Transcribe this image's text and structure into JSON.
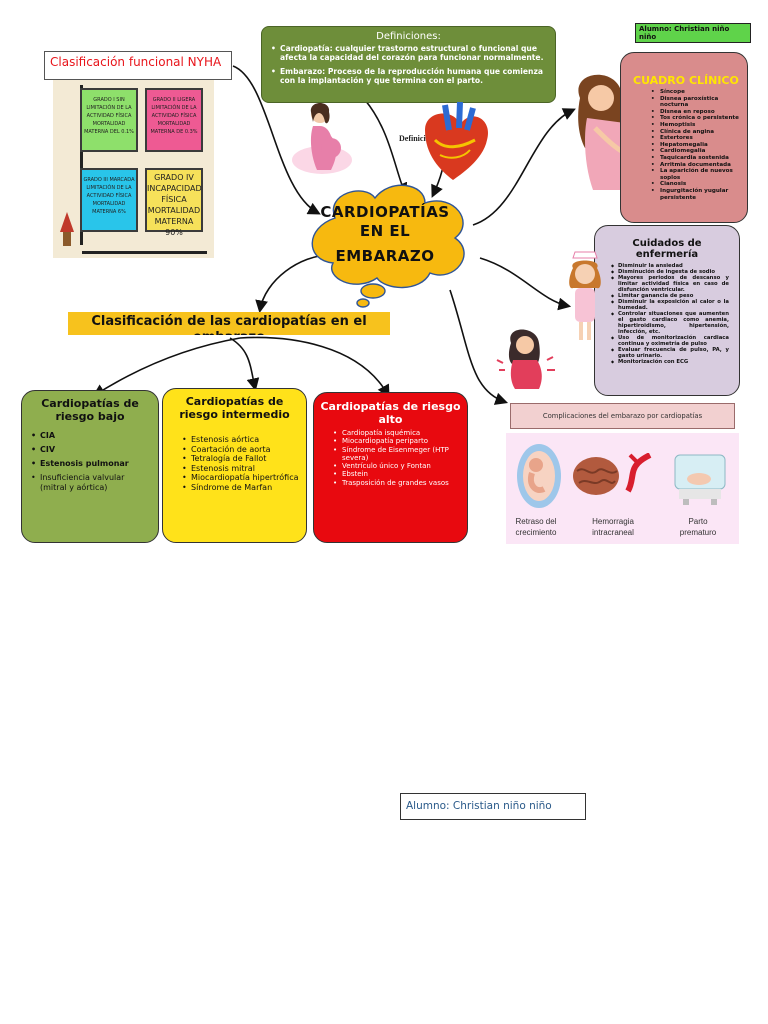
{
  "student": {
    "top_label": "Alumno: Christian niño niño",
    "bottom_label": "Alumno: Christian niño niño"
  },
  "center": {
    "title_lines": [
      "CARDIOPATÍAS",
      "EN EL",
      "EMBARAZO"
    ]
  },
  "nyha": {
    "title": "Clasificación funcional NYHA",
    "grades": [
      {
        "text": "GRADO I SIN LIMITACIÓN DE LA ACTIVIDAD FÍSICA MORTALIDAD MATERNA DEL 0.1%",
        "color": "#8ee06b"
      },
      {
        "text": "GRADO II LIGERA LIMITACIÓN DE LA ACTIVIDAD FÍSICA MORTALIDAD MATERNA DE 0.3%",
        "color": "#ee5a93"
      },
      {
        "text": "GRADO III MARCADA LIMITACIÓN DE LA ACTIVIDAD FÍSICA MORTALIDAD MATERNA 6%",
        "color": "#29c5ea"
      },
      {
        "text": "GRADO IV INCAPACIDAD FÍSICA MORTALIDAD MATERNA 90%",
        "color": "#f6e15a"
      }
    ]
  },
  "definitions": {
    "title": "Definiciones:",
    "items": [
      "Cardiopatía: cualquier trastorno estructural o funcional que afecta la capacidad del corazón para funcionar normalmente.",
      "Embarazo: Proceso de la reproducción humana que comienza con la implantación y que termina con el parto."
    ],
    "heart_label": "Definici"
  },
  "clinical": {
    "title": "CUADRO CLÍNICO",
    "items": [
      "Síncope",
      "Disnea paroxística nocturna",
      "Disnea en reposo",
      "Tos crónica o persistente",
      "Hemoptisis",
      "Clínica de angina",
      "Estertores",
      "Hepatomegalia",
      "Cardiomegalia",
      "Taquicardia sostenida",
      "Arritmia documentada",
      "La aparición de nuevos soplos",
      "Cianosis",
      "Ingurgitación yugular persistente"
    ]
  },
  "care": {
    "title": "Cuidados de enfermería",
    "items": [
      "Disminuir la ansiedad",
      "Disminución de ingesta de sodio",
      "Mayores periodos de descanso y limitar actividad física en caso de disfunción ventricular.",
      "Limitar ganancia de peso",
      "Disminuir la exposición al calor o la humedad.",
      "Controlar situaciones que aumenten el gasto cardiaco como anemia, hipertiroidismo, hipertensión, infección, etc.",
      "Uso de monitorización cardiaca continua y oximetría de pulso",
      "Evaluar frecuencia de pulso, PA, y gasto urinario.",
      "Monitorización con ECG"
    ]
  },
  "classification": {
    "banner": "Clasificación de las cardiopatías en el embarazo",
    "low": {
      "title": "Cardiopatías de riesgo bajo",
      "items": [
        {
          "text": "CIA",
          "bold": true
        },
        {
          "text": "CIV",
          "bold": true
        },
        {
          "text": "Estenosis pulmonar",
          "bold": true
        },
        {
          "text": "Insuficiencia valvular (mitral y aórtica)",
          "bold": false
        }
      ]
    },
    "mid": {
      "title": "Cardiopatías de riesgo intermedio",
      "items": [
        "Estenosis aórtica",
        "Coartación de aorta",
        "Tetralogía de Fallot",
        "Estenosis mitral",
        "Miocardiopatía hipertrófica",
        "Síndrome de Marfan"
      ]
    },
    "high": {
      "title": "Cardiopatías de riesgo alto",
      "items": [
        "Cardiopatía isquémica",
        "Miocardiopatía periparto",
        "Síndrome de Eisenmeger (HTP severa)",
        "Ventrículo único y Fontan",
        "Ebstein",
        "Trasposición de grandes vasos"
      ]
    }
  },
  "complications": {
    "title": "Complicaciones del embarazo por cardiopatías",
    "items": [
      {
        "label_lines": [
          "Retraso del",
          "crecimiento"
        ],
        "icon": "fetus-icon"
      },
      {
        "label_lines": [
          "Hemorragia",
          "intracraneal"
        ],
        "icon": "brain-icon"
      },
      {
        "label_lines": [
          "Parto",
          "prematuro"
        ],
        "icon": "incubator-icon"
      }
    ]
  },
  "colors": {
    "definitions_bg": "#6e8e3a",
    "cloud": "#f7b90f",
    "clinical_bg": "#d98c8c",
    "care_bg": "#d8ccdf",
    "risk_low": "#8fae4e",
    "risk_mid": "#ffe21a",
    "risk_high": "#e8090f",
    "nyha_title": "#e8151b"
  }
}
